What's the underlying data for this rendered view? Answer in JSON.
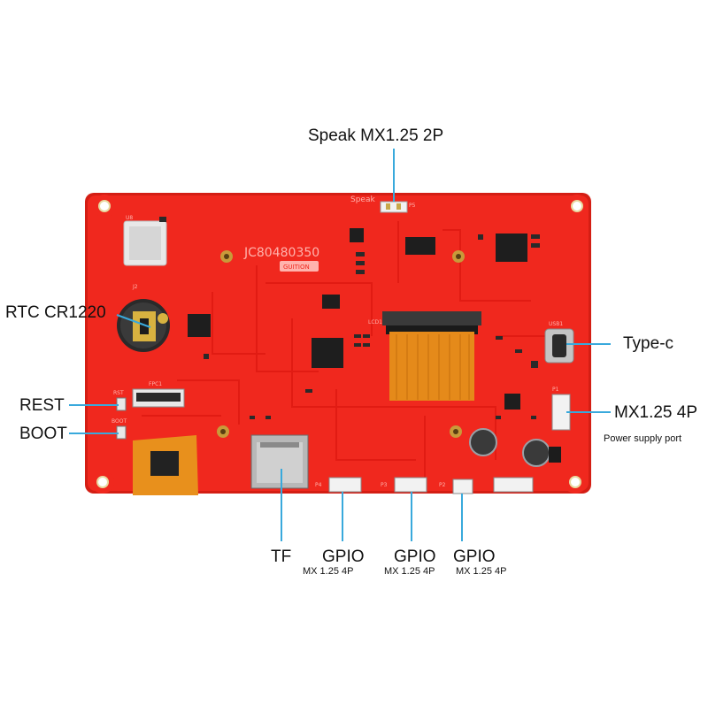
{
  "board": {
    "model_text": "JC80480350",
    "brand_logo": "GUITION",
    "silkscreen": {
      "speak": "Speak",
      "lcd": "LCD1",
      "usb": "USB1",
      "fpc": "FPC1",
      "rst": "RST",
      "boot": "BOOT",
      "p1": "P1",
      "p2": "P2",
      "p3": "P3",
      "p4": "P4",
      "p5": "P5",
      "u8": "U8",
      "j2": "J2"
    },
    "colors": {
      "pcb": "#f0281e",
      "pcb_edge": "#d41e14",
      "callout": "#39a9dc",
      "ribbon": "#e58a1a",
      "connector": "#f2f2f2"
    }
  },
  "callouts": {
    "speak": {
      "title": "Speak MX1.25 2P"
    },
    "rtc": {
      "title": "RTC CR1220"
    },
    "rest": {
      "title": "REST"
    },
    "boot": {
      "title": "BOOT"
    },
    "typec": {
      "title": "Type-c"
    },
    "power": {
      "title": "MX1.25 4P",
      "subtitle": "Power supply port"
    },
    "tf": {
      "title": "TF"
    },
    "gpio1": {
      "title": "GPIO",
      "subtitle": "MX 1.25 4P"
    },
    "gpio2": {
      "title": "GPIO",
      "subtitle": "MX 1.25 4P"
    },
    "gpio3": {
      "title": "GPIO",
      "subtitle": "MX 1.25 4P"
    }
  }
}
